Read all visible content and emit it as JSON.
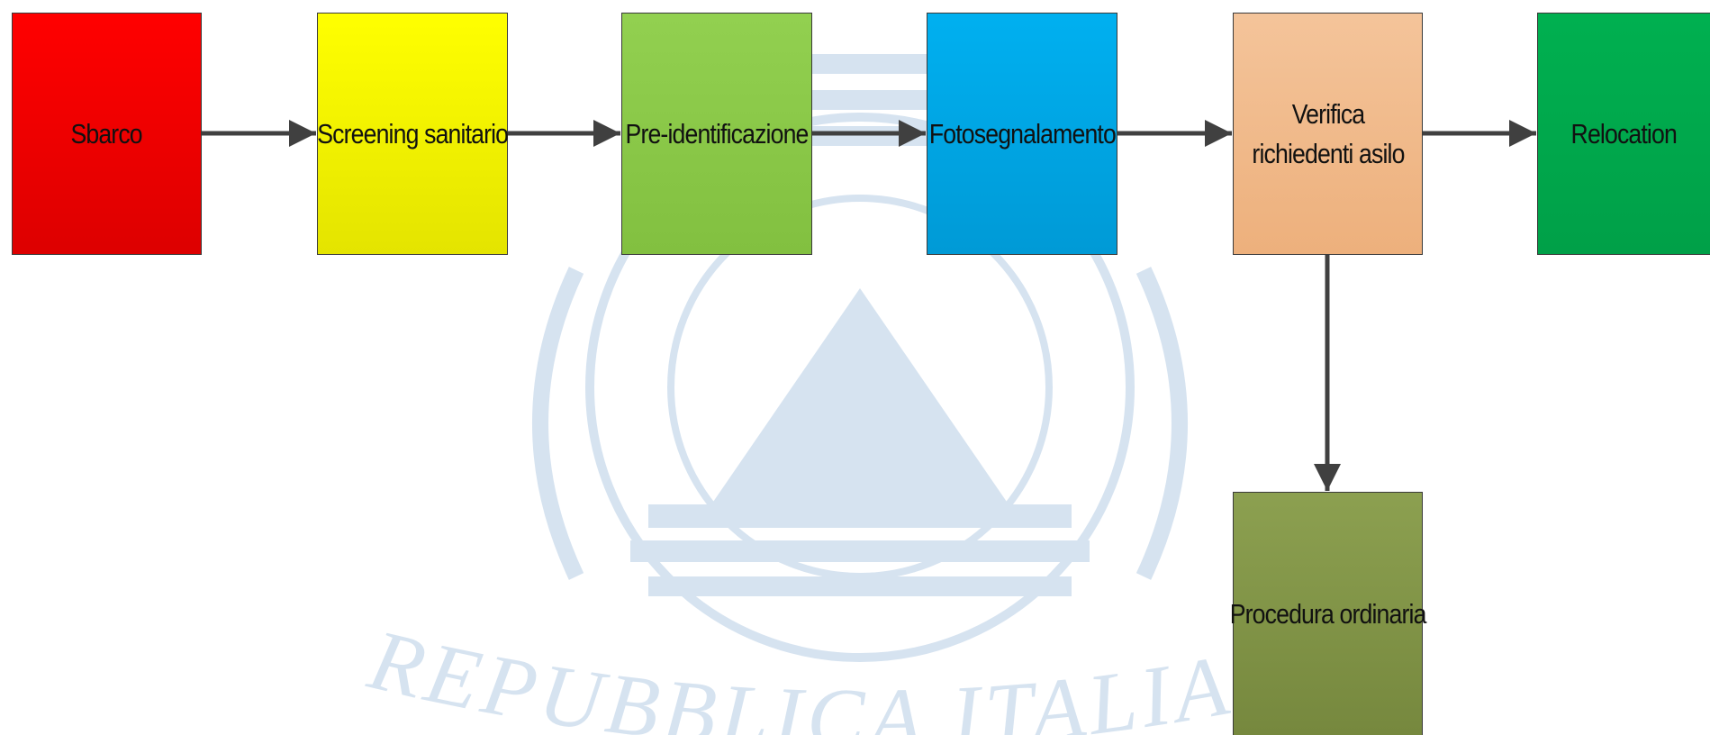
{
  "nodes": [
    {
      "id": "sbarco",
      "label": "Sbarco",
      "color": "#ff0000"
    },
    {
      "id": "screening",
      "label": "Screening sanitario",
      "color": "#ffff00"
    },
    {
      "id": "preid",
      "label": "Pre-identificazione",
      "color": "#92d050"
    },
    {
      "id": "foto",
      "label": "Fotosegnalamento",
      "color": "#00b0f0"
    },
    {
      "id": "verifica",
      "label": "Verifica richiedenti asilo",
      "color": "#f4c49a"
    },
    {
      "id": "relocation",
      "label": "Relocation",
      "color": "#00b050"
    },
    {
      "id": "procedura",
      "label": "Procedura ordinaria",
      "color": "#8ca050"
    }
  ],
  "edges": [
    {
      "from": "sbarco",
      "to": "screening"
    },
    {
      "from": "screening",
      "to": "preid"
    },
    {
      "from": "preid",
      "to": "foto"
    },
    {
      "from": "foto",
      "to": "verifica"
    },
    {
      "from": "verifica",
      "to": "relocation"
    },
    {
      "from": "verifica",
      "to": "procedura"
    }
  ],
  "watermark": {
    "text": "REPUBBLICA ITALIANA",
    "color": "#d6e3f0"
  }
}
